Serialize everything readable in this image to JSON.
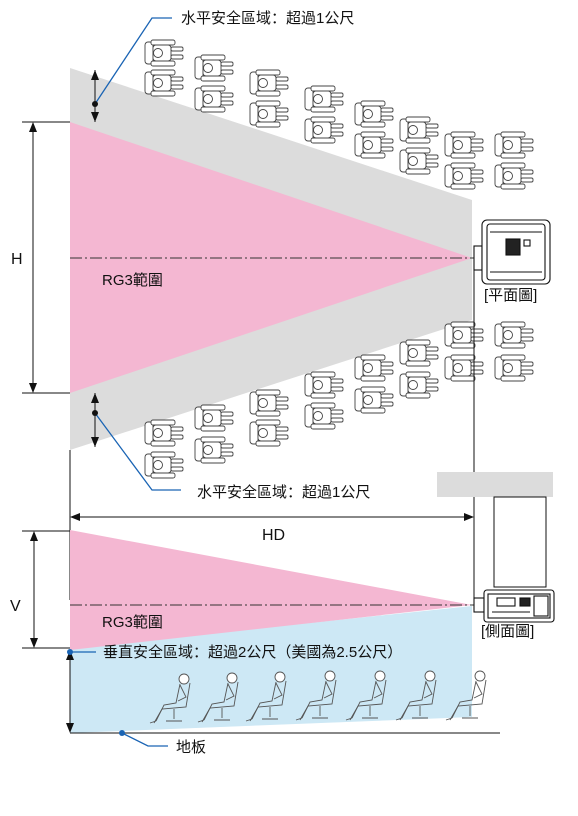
{
  "labels": {
    "top_zone": "水平安全區域：超過1公尺",
    "bottom_zone": "水平安全區域：超過1公尺",
    "h": "H",
    "v": "V",
    "hd": "HD",
    "rg3_plan": "RG3範圍",
    "rg3_side": "RG3範圍",
    "plan_view": "[平面圖]",
    "side_view": "[側面圖]",
    "vertical_zone": "垂直安全區域：超過2公尺（美國為2.5公尺）",
    "floor": "地板"
  },
  "colors": {
    "rg3_zone": "#f4b7d2",
    "horizontal_safety_zone": "#dcdcdc",
    "vertical_safety_zone": "#cde8f5",
    "callout_line": "#1a64b4",
    "outline": "#111111"
  },
  "icons": {
    "projector_plan": "projector-top-view",
    "projector_side": "projector-side-view",
    "audience_plan": "seated-person-top-view",
    "audience_side": "seated-person-side-view"
  }
}
